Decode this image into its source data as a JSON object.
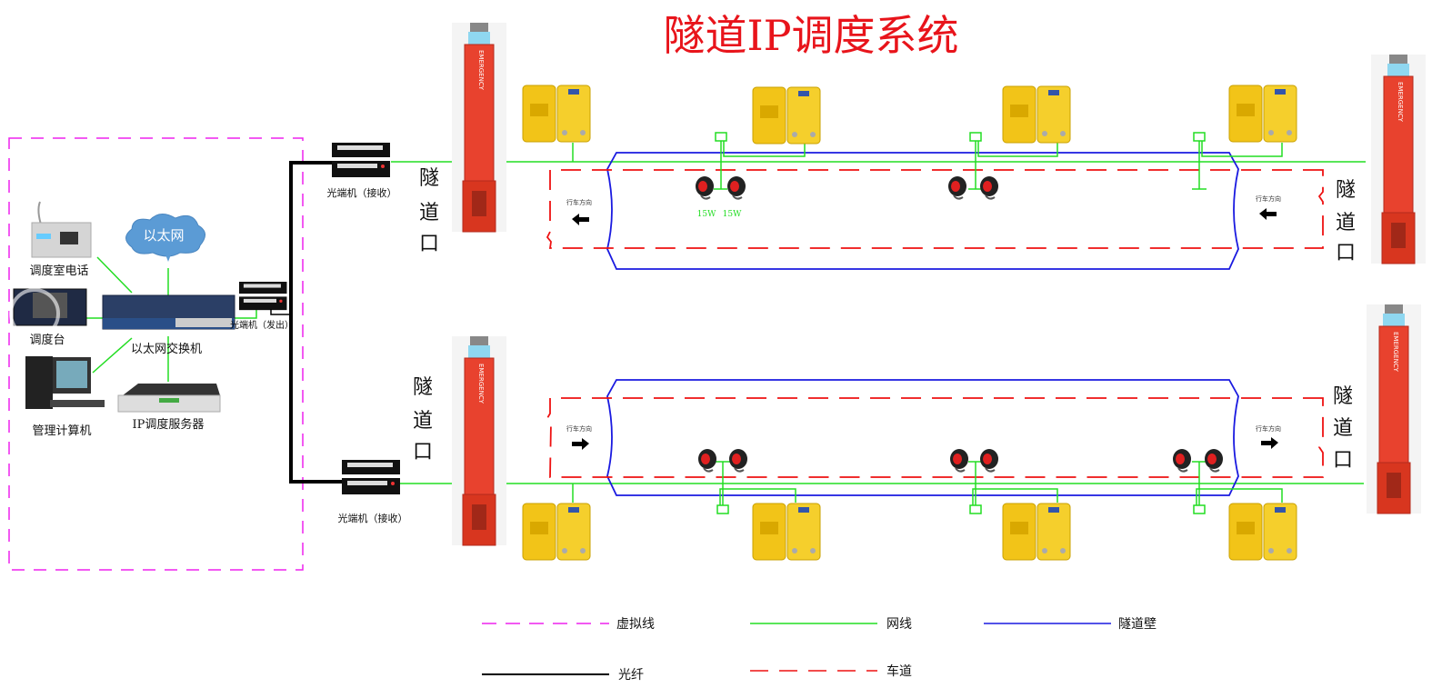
{
  "title": "隧道IP调度系统",
  "control_room": {
    "phone_label": "调度室电话",
    "cloud_label": "以太网",
    "console_label": "调度台",
    "switch_label": "以太网交换机",
    "sender_label": "光端机（发出）",
    "computer_label": "管理计算机",
    "server_label": "IP调度服务器"
  },
  "receivers": {
    "top_label": "光端机（接收）",
    "bottom_label": "光端机（接收）"
  },
  "tunnel_gate_label": [
    "隧",
    "道",
    "口"
  ],
  "pillar_text": "EMERGENCY",
  "direction_label": "行车方向",
  "speaker_power": [
    "15W",
    "15W"
  ],
  "legend": [
    {
      "label": "虚拟线",
      "style": "dashed",
      "color": "#ee22ee"
    },
    {
      "label": "网线",
      "style": "solid",
      "color": "#22dd22"
    },
    {
      "label": "隧道壁",
      "style": "solid",
      "color": "#1a1ae0"
    },
    {
      "label": "光纤",
      "style": "solid",
      "color": "#000000"
    },
    {
      "label": "车道",
      "style": "dashed",
      "color": "#ee1111"
    }
  ],
  "colors": {
    "title": "#e8141b",
    "network": "#22dd22",
    "wall": "#1a1ae0",
    "lane": "#ee1111",
    "virtual": "#ee22ee",
    "fiber": "#000000",
    "pillar": "#e8422e",
    "phone": "#f2c418"
  }
}
